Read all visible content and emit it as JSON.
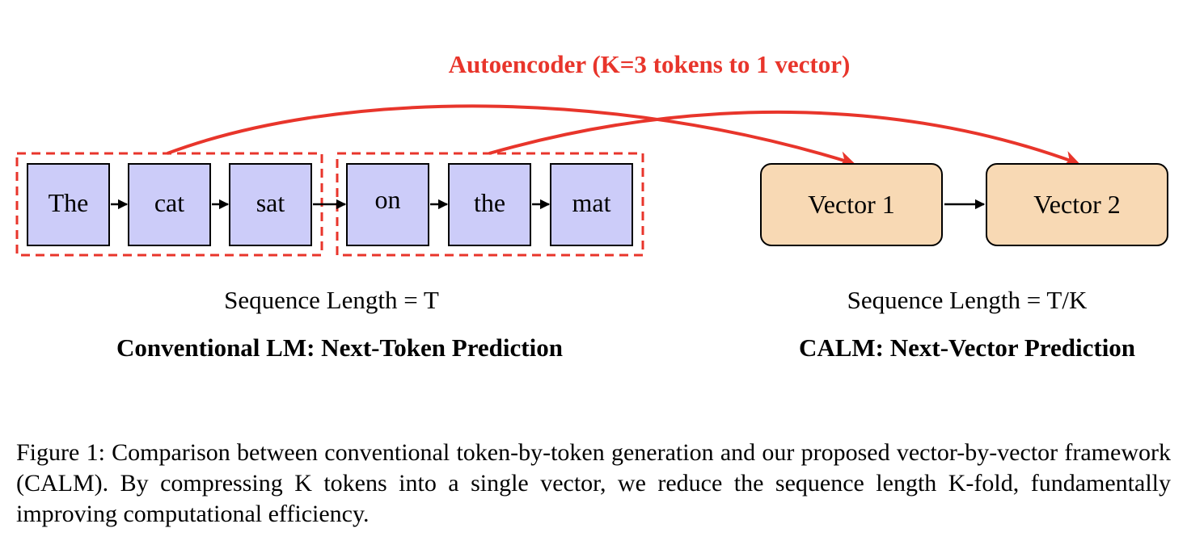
{
  "autoencoder_label": "Autoencoder (K=3 tokens to 1 vector)",
  "colors": {
    "accent_red": "#e8352b",
    "token_fill": "#ccccf9",
    "vector_fill": "#f8d9b4",
    "stroke": "#000000"
  },
  "conventional": {
    "tokens": [
      "The",
      "cat",
      "sat",
      "on",
      "the",
      "mat"
    ],
    "groups": [
      {
        "tokens": [
          "The",
          "cat",
          "sat"
        ]
      },
      {
        "tokens": [
          "on",
          "the",
          "mat"
        ]
      }
    ],
    "sequence_length": "Sequence Length = T",
    "title": "Conventional LM: Next-Token Prediction"
  },
  "calm": {
    "vectors": [
      "Vector 1",
      "Vector 2"
    ],
    "sequence_length": "Sequence Length = T/K",
    "title": "CALM: Next-Vector Prediction"
  },
  "caption": "Figure 1: Comparison between conventional token-by-token generation and our proposed vector-by-vector framework (CALM). By compressing K tokens into a single vector, we reduce the sequence length K-fold, fundamentally improving computational efficiency."
}
